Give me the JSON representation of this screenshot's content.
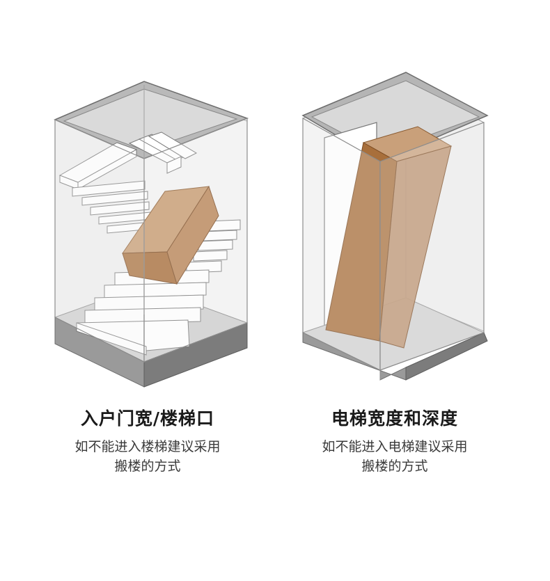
{
  "panels": [
    {
      "title": "入户门宽/楼梯口",
      "desc_lines": [
        "如不能进入楼梯建议采用",
        "搬楼的方式"
      ]
    },
    {
      "title": "电梯宽度和深度",
      "desc_lines": [
        "如不能进入电梯建议采用",
        "搬楼的方式"
      ]
    }
  ],
  "colors": {
    "frame": "#8a8a8a",
    "glass": "#ececec",
    "box_front": "#b07a45",
    "box_side": "#c9a27c",
    "box_top": "#bf8f61"
  }
}
